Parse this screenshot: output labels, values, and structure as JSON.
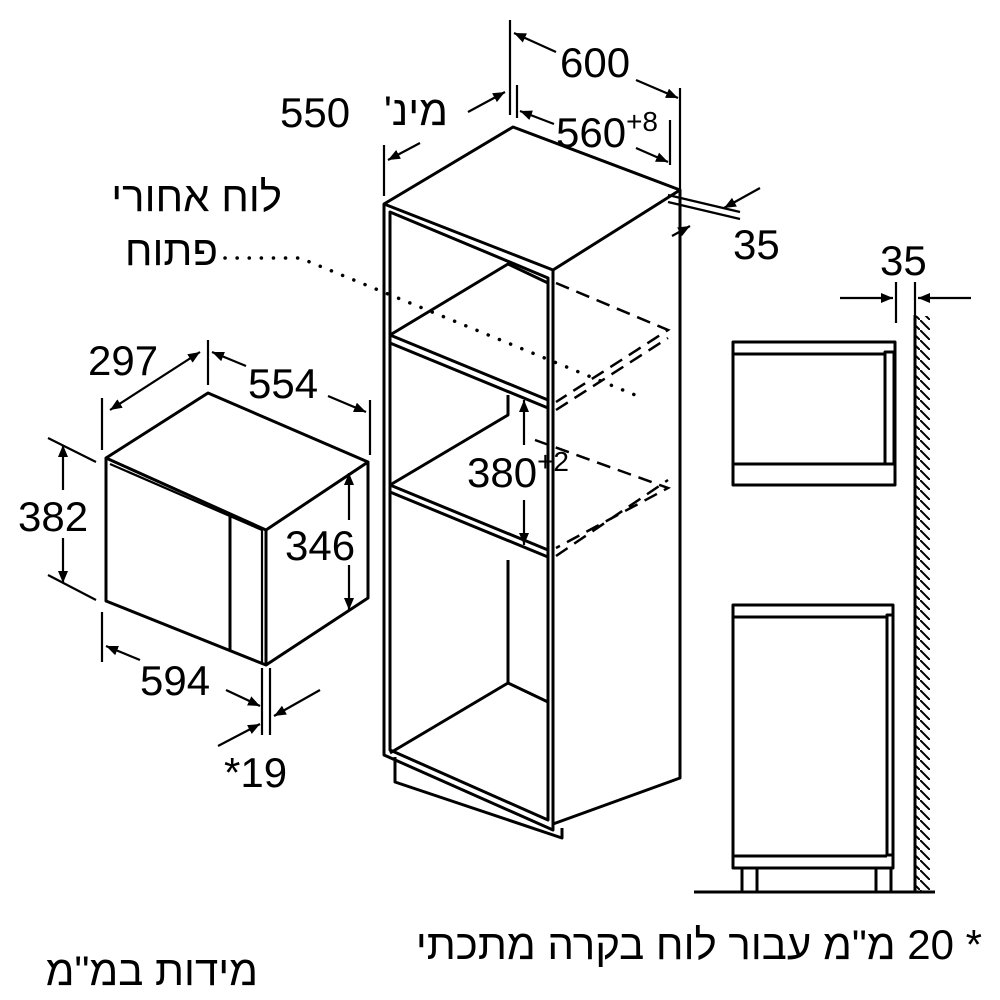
{
  "units_note": "מידות במ\"מ",
  "footnote": "* 20 מ\"מ עבור לוח בקרה מתכתי",
  "cabinet": {
    "width_outer": "600",
    "width_inner": "560",
    "width_inner_tol": "+8",
    "depth_min_value": "550",
    "depth_min_label": "מינ'",
    "back_gap": "35",
    "niche_height": "380",
    "niche_height_tol": "+2",
    "back_panel_label_line1": "לוח אחורי",
    "back_panel_label_line2": "פתוח"
  },
  "appliance": {
    "depth": "297",
    "body_width": "554",
    "height": "382",
    "body_height": "346",
    "front_width": "594",
    "front_thickness": "*19"
  },
  "side_view": {
    "wall_gap": "35"
  }
}
